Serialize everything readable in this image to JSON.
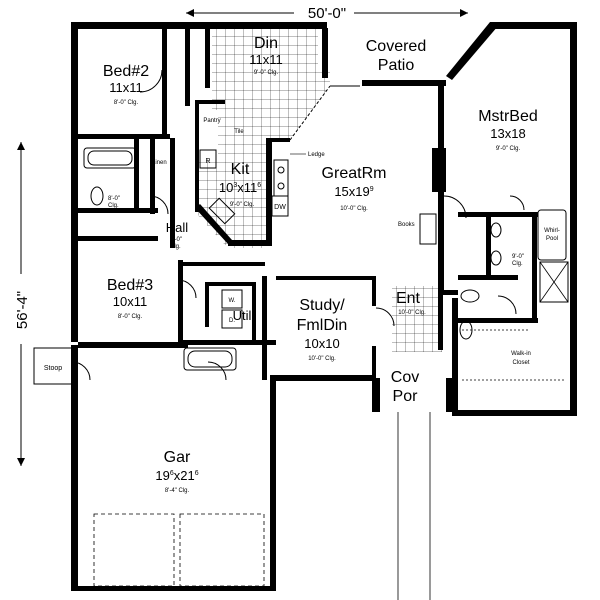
{
  "dimensions": {
    "width": "50'-0\"",
    "depth": "56'-4\""
  },
  "rooms": {
    "bed2": {
      "name": "Bed#2",
      "size": "11x11",
      "clg": "8'-0\" Clg."
    },
    "din": {
      "name": "Din",
      "size": "11x11",
      "clg": "9'-0\" Clg."
    },
    "patio": {
      "name1": "Covered",
      "name2": "Patio"
    },
    "mstr": {
      "name": "MstrBed",
      "size": "13x18",
      "clg": "9'-0\" Clg."
    },
    "kit": {
      "name": "Kit",
      "size_main": "10",
      "size_sup1": "3",
      "size_mid": "x11",
      "size_sup2": "6",
      "clg": "9'-0\" Clg."
    },
    "great": {
      "name": "GreatRm",
      "size_main": "15x19",
      "size_sup": "9",
      "clg": "10'-0\" Clg."
    },
    "hall": {
      "name": "Hall",
      "clg1": "9'-0\"",
      "clg2": "Clg."
    },
    "bed3": {
      "name": "Bed#3",
      "size": "10x11",
      "clg": "8'-0\" Clg."
    },
    "util": {
      "name": "Util"
    },
    "study": {
      "name1": "Study/",
      "name2": "FmlDin",
      "size": "10x10",
      "clg": "10'-0\" Clg."
    },
    "ent": {
      "name": "Ent",
      "clg": "10'-0\" Clg."
    },
    "cov": {
      "name1": "Cov",
      "name2": "Por"
    },
    "gar": {
      "name": "Gar",
      "size_a": "19",
      "sup_a": "6",
      "size_b": "x21",
      "sup_b": "6",
      "clg": "8'-4\" Clg."
    },
    "stoop": {
      "name": "Stoop"
    },
    "walkin": {
      "name1": "Walk-in",
      "name2": "Closet"
    }
  },
  "notes": {
    "pantry": "Pantry",
    "tile": "Tile",
    "ledge": "Ledge",
    "linen": "Linen",
    "books": "Books",
    "whirlpool1": "Whirl-",
    "whirlpool2": "Pool",
    "refrigerator": "R",
    "dishwasher": "DW",
    "washer": "W.",
    "dryer": "D.",
    "bath2_clg1": "8'-0\"",
    "bath2_clg2": "Clg.",
    "mbath_clg1": "9'-0\"",
    "mbath_clg2": "Clg."
  }
}
